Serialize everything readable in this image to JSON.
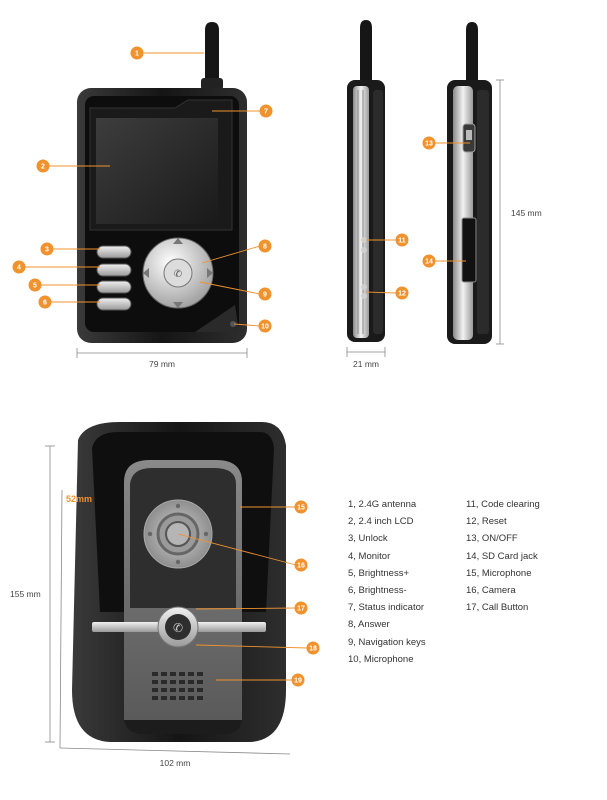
{
  "dimensions": {
    "handset_width": "79 mm",
    "handset_depth": "21 mm",
    "handset_height": "145 mm",
    "door_width": "102 mm",
    "door_height": "155 mm",
    "door_depth": "52mm"
  },
  "callouts": [
    "1",
    "2",
    "3",
    "4",
    "5",
    "6",
    "7",
    "8",
    "9",
    "10",
    "11",
    "12",
    "13",
    "14",
    "15",
    "16",
    "17",
    "18",
    "19"
  ],
  "legend_left": [
    "1, 2.4G antenna",
    "2, 2.4 inch LCD",
    "3, Unlock",
    "4, Monitor",
    "5, Brightness+",
    "6, Brightness-",
    "7, Status indicator",
    "8, Answer",
    "9, Navigation keys",
    "10, Microphone"
  ],
  "legend_right": [
    "11, Code clearing",
    "12, Reset",
    "13, ON/OFF",
    "14, SD Card jack",
    "15, Microphone",
    "16, Camera",
    "17, Call Button"
  ],
  "colors": {
    "callout": "#f0922e",
    "body": "#1c1c1c",
    "silver": "#c8c8c8"
  }
}
